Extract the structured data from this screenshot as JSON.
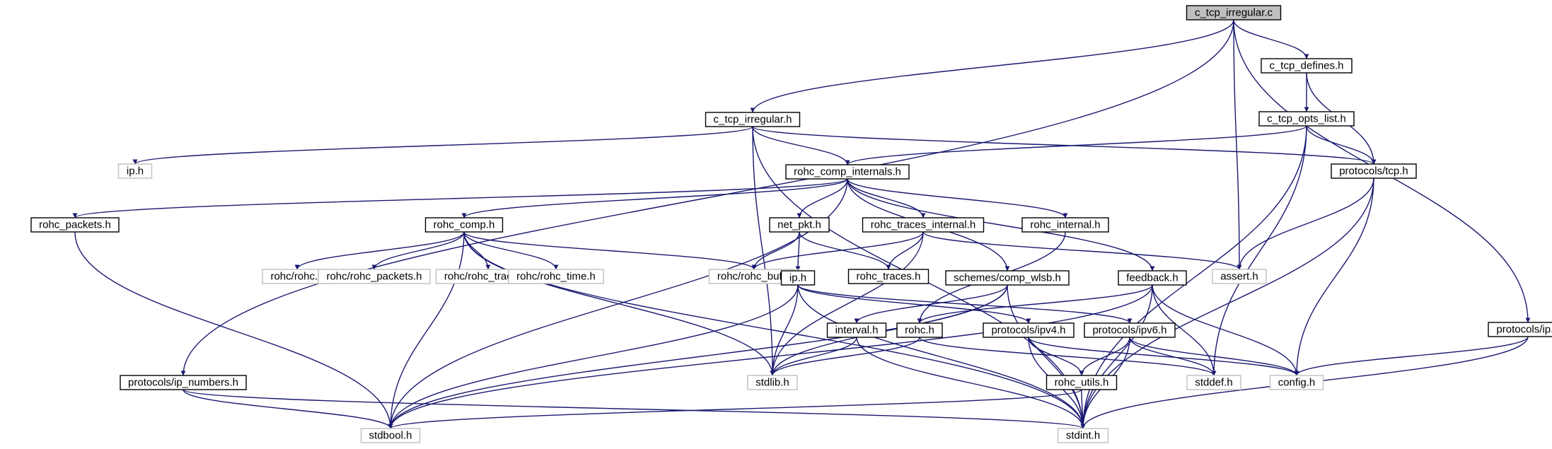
{
  "diagram": {
    "colors": {
      "edge": "#191970",
      "node_border": "#000000",
      "external_border": "#bfbfbf",
      "root_fill": "#bfbfbf",
      "node_fill": "#ffffff"
    },
    "nodes": [
      {
        "id": "n0",
        "label": "c_tcp_irregular.c",
        "style": "root"
      },
      {
        "id": "n1",
        "label": "c_tcp_irregular.h",
        "style": "normal"
      },
      {
        "id": "n2",
        "label": "c_tcp_defines.h",
        "style": "normal"
      },
      {
        "id": "n3",
        "label": "c_tcp_opts_list.h",
        "style": "normal"
      },
      {
        "id": "n4",
        "label": "ip.h",
        "style": "external"
      },
      {
        "id": "n5",
        "label": "rohc_comp_internals.h",
        "style": "normal"
      },
      {
        "id": "n6",
        "label": "protocols/tcp.h",
        "style": "normal"
      },
      {
        "id": "n7",
        "label": "rohc_packets.h",
        "style": "normal"
      },
      {
        "id": "n8",
        "label": "rohc_comp.h",
        "style": "normal"
      },
      {
        "id": "n9",
        "label": "net_pkt.h",
        "style": "normal"
      },
      {
        "id": "n10",
        "label": "rohc_traces_internal.h",
        "style": "normal"
      },
      {
        "id": "n11",
        "label": "rohc_internal.h",
        "style": "normal"
      },
      {
        "id": "n12",
        "label": "rohc/rohc.h",
        "style": "external"
      },
      {
        "id": "n13",
        "label": "rohc/rohc_packets.h",
        "style": "external"
      },
      {
        "id": "n14",
        "label": "rohc/rohc_traces.h",
        "style": "external"
      },
      {
        "id": "n15",
        "label": "rohc/rohc_time.h",
        "style": "external"
      },
      {
        "id": "n16",
        "label": "rohc/rohc_buf.h",
        "style": "external"
      },
      {
        "id": "n17",
        "label": "ip.h",
        "style": "normal"
      },
      {
        "id": "n18",
        "label": "rohc_traces.h",
        "style": "normal"
      },
      {
        "id": "n19",
        "label": "schemes/comp_wlsb.h",
        "style": "normal"
      },
      {
        "id": "n20",
        "label": "assert.h",
        "style": "external"
      },
      {
        "id": "n21",
        "label": "feedback.h",
        "style": "normal"
      },
      {
        "id": "n22",
        "label": "interval.h",
        "style": "normal"
      },
      {
        "id": "n23",
        "label": "rohc.h",
        "style": "normal"
      },
      {
        "id": "n24",
        "label": "protocols/ipv4.h",
        "style": "normal"
      },
      {
        "id": "n25",
        "label": "protocols/ipv6.h",
        "style": "normal"
      },
      {
        "id": "n26",
        "label": "protocols/ip.h",
        "style": "normal"
      },
      {
        "id": "n27",
        "label": "stdlib.h",
        "style": "external"
      },
      {
        "id": "n28",
        "label": "rohc_utils.h",
        "style": "normal"
      },
      {
        "id": "n29",
        "label": "stddef.h",
        "style": "external"
      },
      {
        "id": "n30",
        "label": "config.h",
        "style": "external"
      },
      {
        "id": "n31",
        "label": "protocols/ip_numbers.h",
        "style": "normal"
      },
      {
        "id": "n32",
        "label": "stdbool.h",
        "style": "external"
      },
      {
        "id": "n33",
        "label": "stdint.h",
        "style": "external"
      }
    ],
    "edges": [
      [
        "n0",
        "n1"
      ],
      [
        "n0",
        "n2"
      ],
      [
        "n0",
        "n20"
      ],
      [
        "n0",
        "n26"
      ],
      [
        "n0",
        "n31"
      ],
      [
        "n1",
        "n4"
      ],
      [
        "n1",
        "n5"
      ],
      [
        "n1",
        "n6"
      ],
      [
        "n1",
        "n27"
      ],
      [
        "n1",
        "n33"
      ],
      [
        "n2",
        "n3"
      ],
      [
        "n2",
        "n6"
      ],
      [
        "n3",
        "n5"
      ],
      [
        "n3",
        "n6"
      ],
      [
        "n3",
        "n29"
      ],
      [
        "n3",
        "n33"
      ],
      [
        "n5",
        "n7"
      ],
      [
        "n5",
        "n8"
      ],
      [
        "n5",
        "n9"
      ],
      [
        "n5",
        "n10"
      ],
      [
        "n5",
        "n11"
      ],
      [
        "n5",
        "n19"
      ],
      [
        "n5",
        "n21"
      ],
      [
        "n5",
        "n32"
      ],
      [
        "n6",
        "n20"
      ],
      [
        "n6",
        "n30"
      ],
      [
        "n6",
        "n33"
      ],
      [
        "n7",
        "n32"
      ],
      [
        "n8",
        "n12"
      ],
      [
        "n8",
        "n13"
      ],
      [
        "n8",
        "n14"
      ],
      [
        "n8",
        "n15"
      ],
      [
        "n8",
        "n16"
      ],
      [
        "n8",
        "n27"
      ],
      [
        "n8",
        "n32"
      ],
      [
        "n8",
        "n33"
      ],
      [
        "n9",
        "n16"
      ],
      [
        "n9",
        "n17"
      ],
      [
        "n9",
        "n18"
      ],
      [
        "n10",
        "n16"
      ],
      [
        "n10",
        "n18"
      ],
      [
        "n10",
        "n20"
      ],
      [
        "n10",
        "n27"
      ],
      [
        "n11",
        "n23"
      ],
      [
        "n17",
        "n24"
      ],
      [
        "n17",
        "n25"
      ],
      [
        "n17",
        "n27"
      ],
      [
        "n17",
        "n32"
      ],
      [
        "n17",
        "n33"
      ],
      [
        "n19",
        "n22"
      ],
      [
        "n19",
        "n27"
      ],
      [
        "n19",
        "n32"
      ],
      [
        "n19",
        "n33"
      ],
      [
        "n21",
        "n23"
      ],
      [
        "n21",
        "n29"
      ],
      [
        "n21",
        "n30"
      ],
      [
        "n21",
        "n32"
      ],
      [
        "n21",
        "n33"
      ],
      [
        "n22",
        "n27"
      ],
      [
        "n22",
        "n33"
      ],
      [
        "n23",
        "n27"
      ],
      [
        "n23",
        "n29"
      ],
      [
        "n24",
        "n28"
      ],
      [
        "n24",
        "n30"
      ],
      [
        "n24",
        "n33"
      ],
      [
        "n25",
        "n28"
      ],
      [
        "n25",
        "n29"
      ],
      [
        "n25",
        "n30"
      ],
      [
        "n25",
        "n33"
      ],
      [
        "n26",
        "n30"
      ],
      [
        "n26",
        "n33"
      ],
      [
        "n28",
        "n32"
      ],
      [
        "n28",
        "n33"
      ],
      [
        "n31",
        "n32"
      ],
      [
        "n31",
        "n33"
      ]
    ]
  }
}
